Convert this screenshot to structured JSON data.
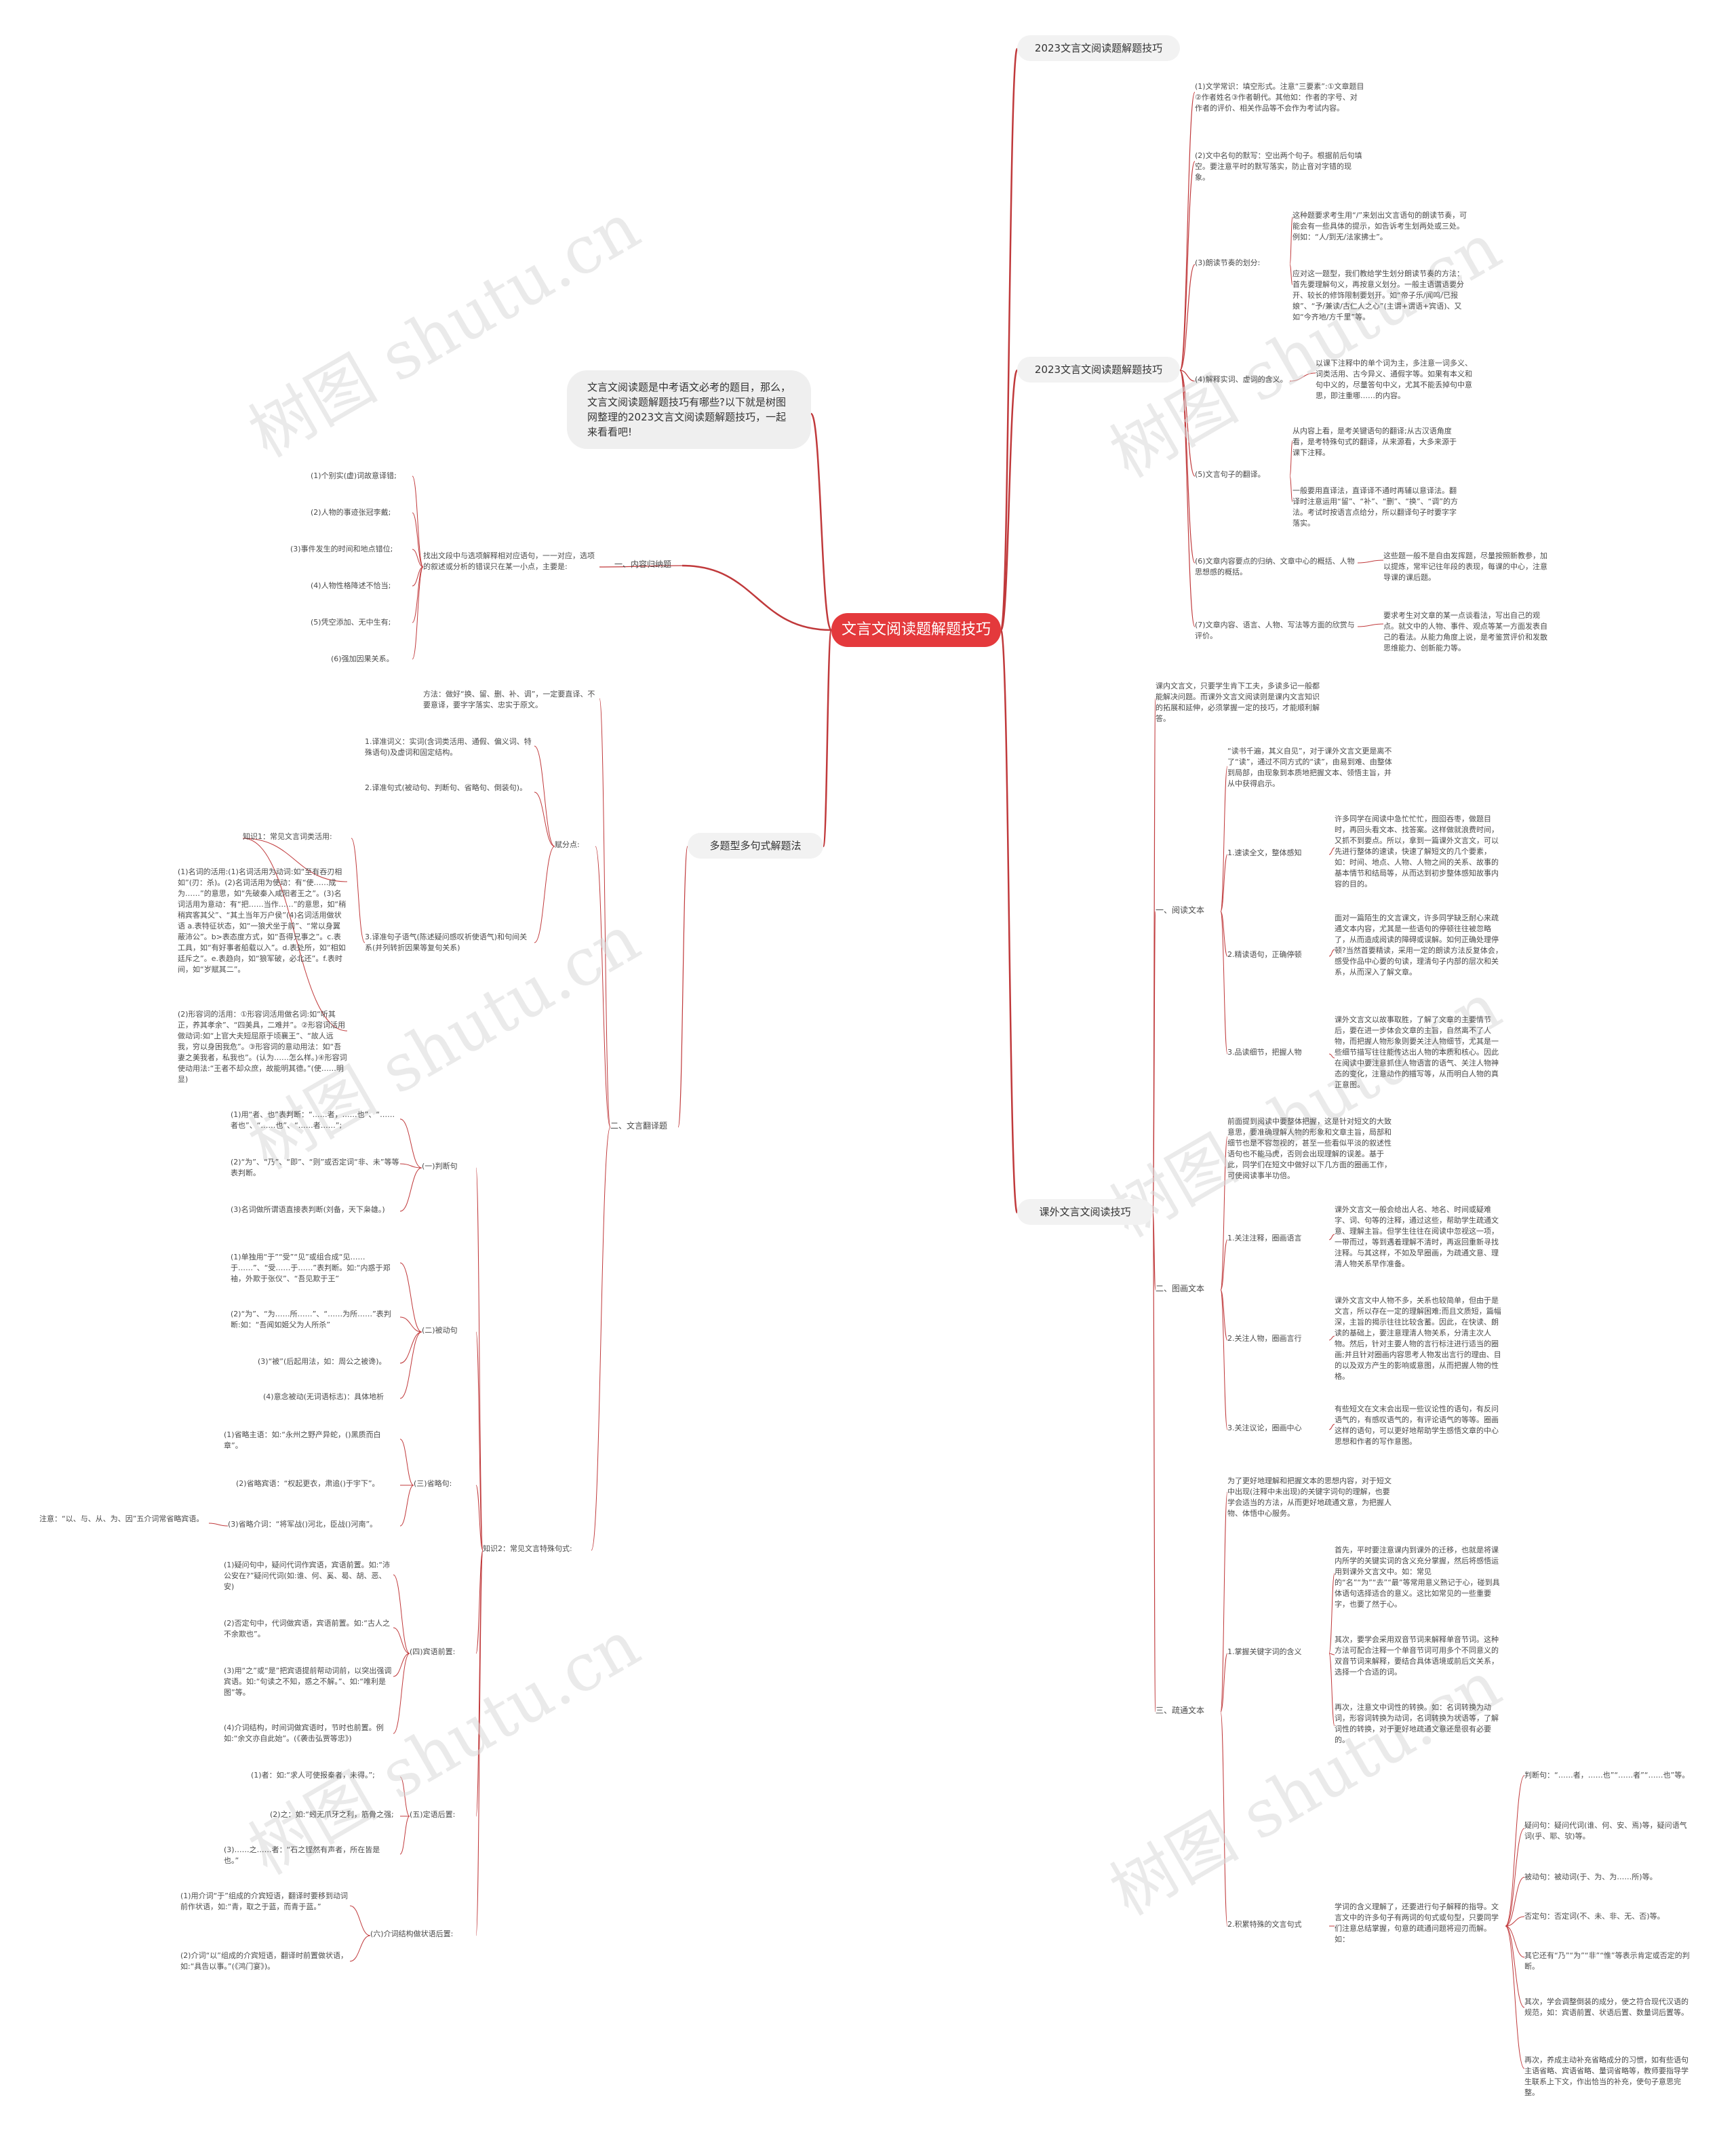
{
  "watermark": "树图 shutu.cn",
  "root": "文言文阅读题解题技巧",
  "intro": "文言文阅读题是中考语文必考的题目，那么，文言文阅读题解题技巧有哪些?以下就是树图网整理的2023文言文阅读题解题技巧，一起来看看吧!",
  "right": {
    "b1": "2023文言文阅读题解题技巧",
    "b2": {
      "label": "2023文言文阅读题解题技巧",
      "items": [
        "(1)文学常识：填空形式。注意“三要素”:①文章题目②作者姓名③作者朝代。其他如：作者的字号、对作者的评价、相关作品等不会作为考试内容。",
        "(2)文中名句的默写：空出两个句子。根据前后句填空。要注意平时的默写落实，防止音对字错的现象。",
        "(3)朗读节奏的划分:",
        "这种题要求考生用“/”来划出文言语句的朗读节奏，可能会有一些具体的提示，如告诉考生划两处或三处。例如：“人/到无/法家拂士”。",
        "应对这一题型，我们教给学生划分朗读节奏的方法：首先要理解句义，再按意义划分。一般主语谓语要分开、较长的修饰限制要划开。如“帝子乐/闻鸣/已报娘”、“予/兼读/古仁人之心”(主谓+谓语+宾语)、又如“今齐地/方千里”等。",
        "(4)解释实词、虚词的含义。",
        "以课下注释中的单个词为主，多注意一词多义、词类活用、古今异义、通假字等。如果有本义和句中义的，尽量答句中义，尤其不能丢掉句中意思，即注重哪……的内容。",
        "(5)文言句子的翻译。",
        "从内容上看，是考关键语句的翻译;从古汉语角度看，是考特殊句式的翻译，从来源看，大多来源于课下注释。",
        "一般要用直译法，直译译不通时再辅以意译法。翻译时注意运用“留”、“补”、“删”、“换”、“调”的方法。考试时按语言点给分，所以翻译句子时要字字落实。",
        "(6)文章内容要点的归纳、文章中心的概括、人物思想感的概括。",
        "这些题一般不是自由发挥题，尽量按照新教参，加以提炼，常牢记往年段的表现，每课的中心，注意导课的课后题。",
        "(7)文章内容、语言、人物、写法等方面的欣赏与评价。",
        "要求考生对文章的某一点谈看法，写出自己的观点。就文中的人物、事件、观点等某一方面发表自己的看法。从能力角度上说，是考鉴赏评价和发散思维能力、创新能力等。"
      ]
    },
    "b3": {
      "label": "课外文言文阅读技巧",
      "intro": "课内文言文，只要学生肯下工夫，多读多记一般都能解决问题。而课外文言文阅读则是课内文言知识的拓展和延伸，必须掌握一定的技巧，才能顺利解答。",
      "s1": {
        "label": "一、阅读文本",
        "intro": "“读书千遍，其义自见”，对于课外文言文更是离不了“读”，通过不同方式的“读”，由易到难、由整体到局部，由现象到本质地把握文本、领悟主旨，并从中获得启示。",
        "items": [
          "1.速读全文，整体感知",
          "许多同学在阅读中急忙忙忙，囫囵吞枣，做题目时，再回头看文本、找答案。这样做就浪费时间，又抓不到要点。所以，拿到一篇课外文言文，可以先进行整体的速读，快速了解短文的几个要素，如：时间、地点、人物、人物之间的关系、故事的基本情节和结局等，从而达到初步整体感知故事内容的目的。",
          "2.精读语句，正确停顿",
          "面对一篇陌生的文言课文，许多同学缺乏耐心来疏通文本内容，尤其是一些语句的停顿往往被忽略了，从而造成阅读的障碍或误解。如何正确处理停顿?当然首要精读，采用一定的朗读方法反复体会，感受作品中心要的句读，理清句子内部的层次和关系，从而深入了解文章。",
          "3.品读细节，把握人物",
          "课外文言文以故事取胜，了解了文章的主要情节后，要在进一步体会文章的主旨，自然离不了人物，而把握人物形象则要关注人物细节，尤其是一些细节描写往往能传达出人物的本质和核心。因此在阅读中要注意抓住人物语言的语气、关注人物神态的变化，注意动作的描写等，从而明白人物的真正意图。"
        ]
      },
      "s2": {
        "label": "二、图画文本",
        "intro": "前面提到阅读中要整体把握，这是针对短文的大致意思，要准确理解人物的形象和文章主旨，局部和细节也是不容忽视的，甚至一些看似平淡的叙述性语句也不能马虎，否则会出现理解的误差。基于此，同学们在短文中做好以下几方面的圈画工作，可使阅读事半功倍。",
        "items": [
          "1.关注注释，圈画语言",
          "课外文言文一般会给出人名、地名、时间或疑难字、词、句等的注释，通过这些，帮助学生疏通文意、理解主旨。但学生往往在阅读中忽视这一项，一带而过，等到遇着理解不清时，再返回重新寻找注释。与其这样，不如及早圈画，为疏通文意、理清人物关系早作准备。",
          "2.关注人物，圈画言行",
          "课外文言文中人物不多，关系也较简单，但由于是文言，所以存在一定的理解困难;而且文质短，篇幅深，主旨的揭示往往比较含蓄。因此，在快读、朗读的基础上，要注意理清人物关系，分清主次人物。然后，针对主要人物的言行标注进行适当的圈画;并且针对圈画内容思考人物发出言行的理由、目的以及双方产生的影响或意图，从而把握人物的性格。",
          "3.关注议论，圈画中心",
          "有些短文在文末会出现一些议论性的语句，有反问语气的，有感叹语气的，有评论语气的等等。圈画这样的语句，可以更好地帮助学生感悟文章的中心思想和作者的写作意图。"
        ]
      },
      "s3": {
        "label": "三、疏通文本",
        "intro": "为了更好地理解和把握文本的思想内容，对于短文中出现(注释中未出现)的关键字词句的理解，也要学会适当的方法，从而更好地疏通文意，为把握人物、体悟中心服务。",
        "items": [
          "1.掌握关键字词的含义",
          "首先，平时要注意课内到课外的迁移，也就是将课内所学的关键实词的含义充分掌握，然后将感悟运用到课外文言文中。如：常见的“名”“为”“去”“最”等常用意义熟记于心，碰到具体语句选择适合的意义。这比如常见的一些重要字，也要了然于心。",
          "其次，要学会采用双音节词来解释单音节词。这种方法可配合注释一个单音节词可用多个不同意义的双音节词来解释，要结合具体语境或前后文关系，选择一个合适的词。",
          "再次，注意文中词性的转换。如：名词转换为动词，形容词转换为动词，名词转换为状语等，了解词性的转换，对于更好地疏通文意还是很有必要的。",
          "2.积累特殊的文言句式",
          "学词的含义理解了，还要进行句子解释的指导。文言文中的许多句子有两词的句式或句型，只要同学们注意总结掌握，句意的疏通问题将迎刃而解。如：",
          "判断句：“……者，……也”“……者”“……也”等。",
          "疑问句：疑问代词(谁、何、安、焉)等，疑问语气词(乎、耶、欤)等。",
          "被动句：被动词(于、为、为……所)等。",
          "否定句：否定词(不、未、非、无、否)等。",
          "其它还有“乃”“为”“非”“惟”等表示肯定或否定的判断。",
          "其次，学会调整倒装的成分，使之符合现代汉语的规范，如：宾语前置、状语后置、数量词后置等。",
          "再次，养成主动补充省略成分的习惯，如有些语句主语省略、宾语省略、量词省略等，教师要指导学生联系上下文，作出恰当的补充，使句子意思完整。"
        ]
      }
    }
  },
  "left": {
    "b1": {
      "label": "一、内容归纳题",
      "intro": "找出文段中与选项解释相对应语句，一一对应，选项的叙述或分析的错误只在某一小点，主要是:",
      "items": [
        "(1)个别实(虚)词故意译错;",
        "(2)人物的事迹张冠李戴;",
        "(3)事件发生的时间和地点错位;",
        "(4)人物性格降述不恰当;",
        "(5)凭空添加、无中生有;",
        "(6)强加因果关系。"
      ]
    },
    "b2": {
      "label": "多题型多句式解题法",
      "sub": "二、文言翻译题",
      "method": "方法：做好“换、留、删、补、调”，一定要直译、不要意译，要字字落实、忠实于原文。",
      "scoring": "赋分点:",
      "scoreItems": [
        "1.译准词义：实词(含词类活用、通假、偏义词、特殊语句)及虚词和固定结构。",
        "2.译准句式(被动句、判断句、省略句、倒装句)。",
        "3.译准句子语气(陈述疑问感叹祈使语气)和句间关系(并列转折因果等复句关系)"
      ],
      "k1": "知识1：常见文言词类活用:",
      "k1a": "(1)名词的活用:(1)名词活用为动词:如“至有吞刃相如”(刃：杀)。(2)名词活用为使动：有“使……成为……”的意思，如“先破秦入咸阳者王之”。(3)名词活用为意动：有“把……当作……”的意思，如“稍稍宾客其父”、“其土当年万户侯”(4)名词活用做状语 a.表特征状态，如“一狼犬坐于前”、“常以身翼蔽沛公”。b>表态度方式，如“吾得兄事之”。c.表工具，如“有好事者船载以入”。d.表处所，如“相如廷斥之”。e.表趋向，如“狼军破，必北还”。f.表时间，如“岁赋其二”。",
      "k1b": "(2)形容词的活用：①形容词活用做名词:如“听其正，养其孝余”、“四美具，二难并”。②形容词活用做动词:如“上官大夫短屈原于顷襄王”、“故人远我，穷以身困我危”。③形容词的意动用法：如“吾妻之美我者，私我也”。(认为……怎么样。)④形容词使动用法:“王者不却众庶，故能明其德。”(使……明显)",
      "k2": "知识2：常见文言特殊句式:",
      "g1": {
        "label": "(一)判断句",
        "items": [
          "(1)用“者、也”表判断：“……者，……也”、“……者也”、“……也”、“……者……”;",
          "(2)“为”、“乃”、“即”、“则”或否定词“非、未”等等表判断。",
          "(3)名词做所谓语直接表判断(刘备，天下枭雄。)"
        ]
      },
      "g2": {
        "label": "(二)被动句",
        "items": [
          "(1)单独用“于”“受”“见”或组合成“见……于……”、“受……于……”表判断。如:“内惑于郑袖，外欺于张仪”、“吾见欺于王”",
          "(2)“为”、“为……所……”、“……为所……”表判断:如：“吾闻如姬父为人所杀”",
          "(3)“被”(后起用法，如：周公之被谗)。",
          "(4)意念被动(无词语标志)：具体地析"
        ]
      },
      "g3": {
        "label": "(三)省略句:",
        "items": [
          "(1)省略主语：如:“永州之野产异蛇，()黑质而白章”。",
          "(2)省略宾语：“权起更衣，肃追()于宇下”。",
          "(3)省略介词：“将军战()河北，臣战()河南”。"
        ],
        "note": "注意：“以、与、从、为、因”五介词常省略宾语。"
      },
      "g4": {
        "label": "(四)宾语前置:",
        "items": [
          "(1)疑问句中，疑问代词作宾语，宾语前置。如:“沛公安在?”疑问代词(如:谁、何、奚、曷、胡、恶、安)",
          "(2)否定句中，代词做宾语，宾语前置。如:“古人之不余欺也”。",
          "(3)用“之”或“是”把宾语提前帮动词前，以突出强调宾语。如:“句读之不知，惑之不解。”、如:“唯利是图”等。",
          "(4)介词结构，时间词做宾语时，节时也前置。例如:“余文亦自此始”。(《袭击弘贾等忠》)"
        ]
      },
      "g5": {
        "label": "(五)定语后置:",
        "items": [
          "(1)者：如:“求人可使报秦者，未得。”;",
          "(2)之：如:“蚓无爪牙之利，筋骨之强;",
          "(3)……之……者：“石之铿然有声者，所在皆是也。”"
        ]
      },
      "g6": {
        "label": "(六)介词结构做状语后置:",
        "items": [
          "(1)用介词“于”组成的介宾短语，翻译时要移到动词前作状语，如:“青，取之于蓝，而青于蓝。”",
          "(2)介词“以”组成的介宾短语，翻译时前置做状语，如:“具告以事。”(《鸿门宴》)。"
        ]
      }
    }
  },
  "colors": {
    "root": "#e4393c",
    "line": "#c0393b",
    "pill": "#f2f2f2"
  }
}
